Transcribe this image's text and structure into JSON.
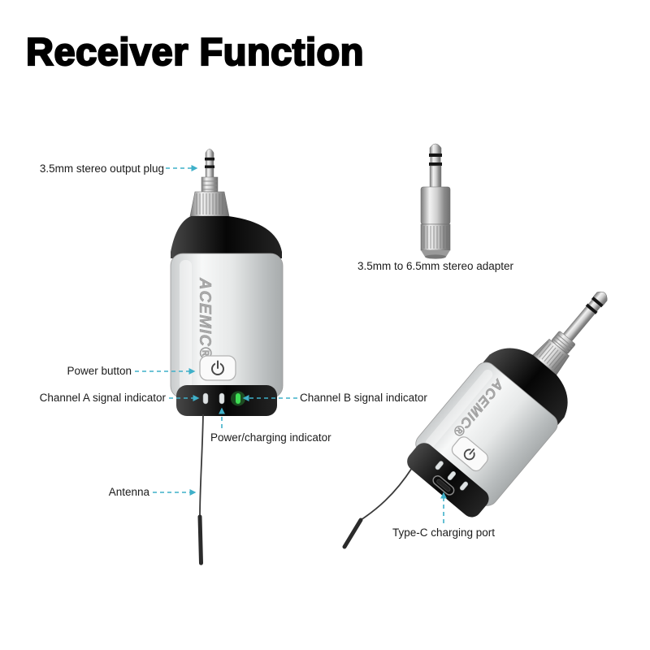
{
  "title": "Receiver Function",
  "brand": "ACEMIC®",
  "callouts": {
    "output_plug": "3.5mm stereo output plug",
    "adapter": "3.5mm to 6.5mm stereo adapter",
    "power_button": "Power button",
    "channel_a": "Channel A signal indicator",
    "channel_b": "Channel B signal indicator",
    "power_charging": "Power/charging indicator",
    "antenna": "Antenna",
    "type_c": "Type-C charging port"
  },
  "colors": {
    "leader-line": "#3fb0c9",
    "indicator-on": "#3ede54",
    "title-color": "#000000"
  }
}
